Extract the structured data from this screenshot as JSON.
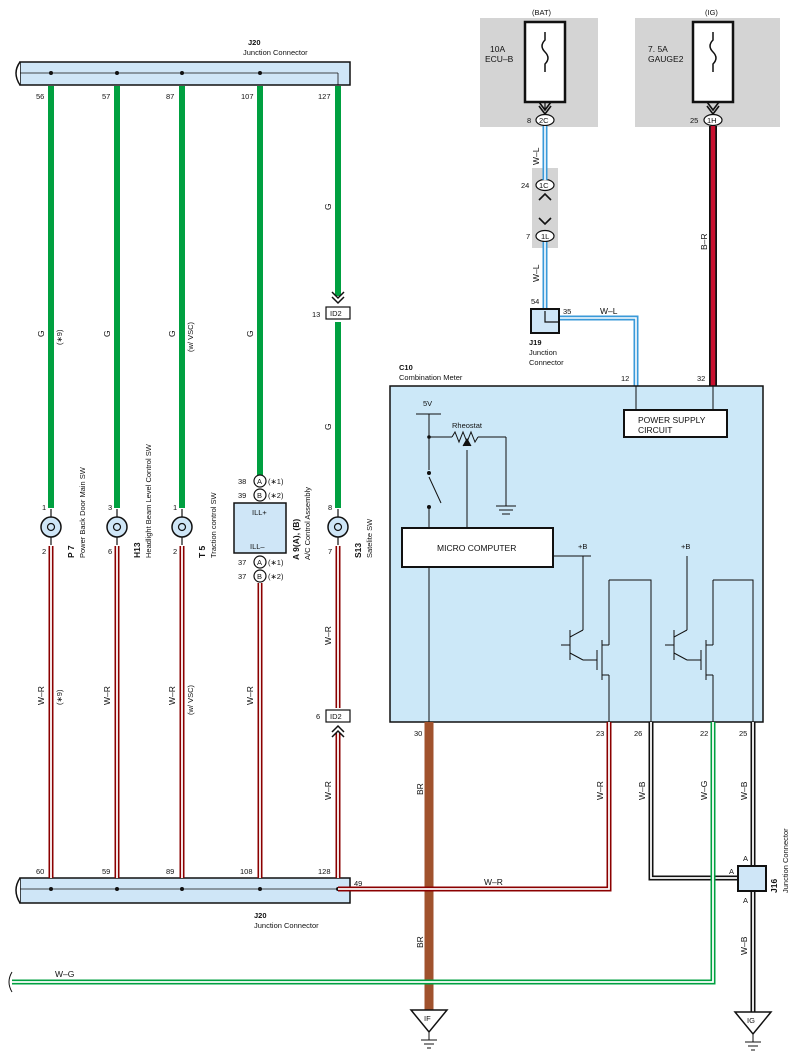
{
  "junction_top": {
    "code": "J20",
    "name": "Junction Connector",
    "pins": [
      "56",
      "57",
      "87",
      "107",
      "127"
    ]
  },
  "junction_bottom": {
    "code": "J20",
    "name": "Junction Connector",
    "pins": [
      "60",
      "59",
      "89",
      "108",
      "128"
    ],
    "side_pin": "49"
  },
  "fuses": {
    "bat": {
      "source": "(BAT)",
      "rating": "10A",
      "name": "ECU–B",
      "pin_num": "8",
      "pin_code": "2C"
    },
    "ig": {
      "source": "(IG)",
      "rating": "7. 5A",
      "name": "GAUGE2",
      "pin_num": "25",
      "pin_code": "1H"
    }
  },
  "inline_connector_mid": {
    "upper_num": "24",
    "upper_code": "1C",
    "lower_num": "7",
    "lower_code": "1L"
  },
  "id2_upper": {
    "num": "13",
    "code": "ID2"
  },
  "id2_lower": {
    "num": "6",
    "code": "ID2"
  },
  "j19": {
    "code": "J19",
    "line1": "Junction",
    "line2": "Connector",
    "pin_in": "54",
    "pin_out": "35"
  },
  "j16": {
    "code": "J16",
    "name": "Junction Connector",
    "pin_a1": "A",
    "pin_a2": "A",
    "pin_a3": "A"
  },
  "wires": {
    "g": "G",
    "wr": "W–R",
    "wl": "W–L",
    "br_label": "B–R",
    "br": "BR",
    "wb": "W–B",
    "wg": "W–G",
    "note9": "(∗9)",
    "vsc": "(w/ VSC)"
  },
  "components": {
    "p7": {
      "code": "P 7",
      "name": "Power Back Door Main SW",
      "pin_top": "1",
      "pin_bot": "2"
    },
    "h13": {
      "code": "H13",
      "name": "Headlight Beam Level Control SW",
      "pin_top": "3",
      "pin_bot": "6"
    },
    "t5": {
      "code": "T 5",
      "name": "Traction control SW",
      "pin_top": "1",
      "pin_bot": "2"
    },
    "a9": {
      "code": "A 9(A), (B)",
      "name": "A/C Control Assembly",
      "pin1_num": "38",
      "pin1_tag": "A",
      "pin1_note": "(∗1)",
      "pin2_num": "39",
      "pin2_tag": "B",
      "pin2_note": "(∗2)",
      "pin3_num": "37",
      "pin3_tag": "A",
      "pin3_note": "(∗1)",
      "pin4_num": "37",
      "pin4_tag": "B",
      "pin4_note": "(∗2)",
      "ill_plus": "ILL+",
      "ill_minus": "ILL–"
    },
    "s13": {
      "code": "S13",
      "name": "Satelite SW",
      "pin_top": "8",
      "pin_bot": "7"
    }
  },
  "meter": {
    "code": "C10",
    "name": "Combination Meter",
    "power1": "POWER SUPPLY",
    "power2": "CIRCUIT",
    "micro": "MICRO COMPUTER",
    "v5": "5V",
    "rheostat": "Rheostat",
    "plus_b": "+B",
    "pin_12": "12",
    "pin_32": "32",
    "pin_30": "30",
    "pin_23": "23",
    "pin_26": "26",
    "pin_22": "22",
    "pin_25": "25"
  },
  "grounds": {
    "if_label": "IF",
    "ig_label": "IG"
  },
  "colors": {
    "green": "#00a040",
    "red": "#c8102e",
    "blue": "#3a9ad9",
    "brown": "#a0522d",
    "dark_red": "#8b0000",
    "panel": "#cce8f8",
    "bar": "#cfe6f7",
    "fuse_bg": "#d4d4d4"
  }
}
